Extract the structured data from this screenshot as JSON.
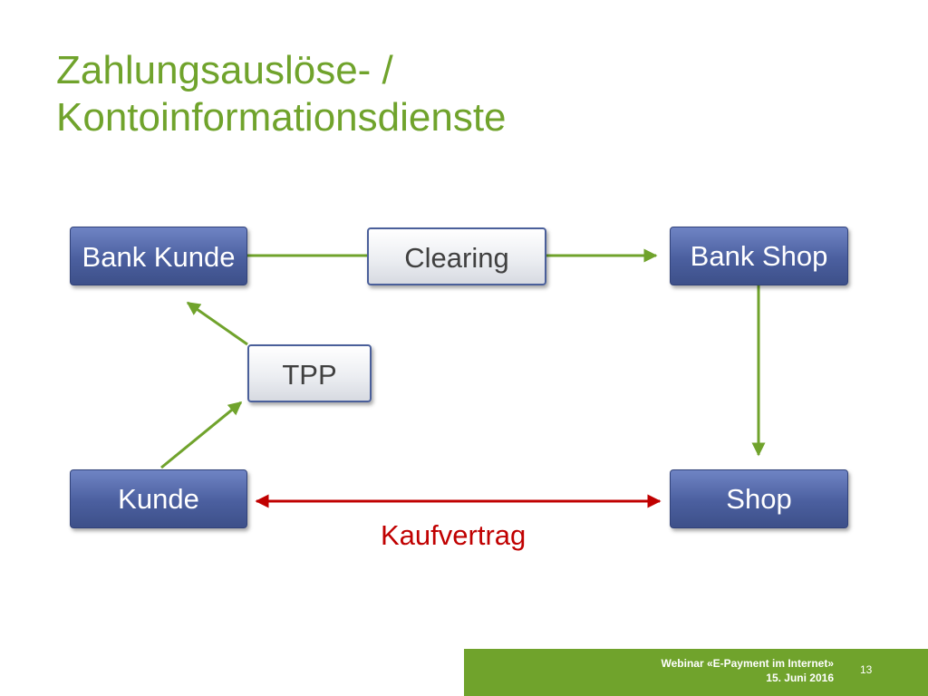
{
  "slide": {
    "title_line1": "Zahlungsauslöse- /",
    "title_line2": "Kontoinformationsdienste"
  },
  "nodes": {
    "bank_kunde": "Bank Kunde",
    "clearing": "Clearing",
    "bank_shop": "Bank Shop",
    "tpp": "TPP",
    "kunde": "Kunde",
    "shop": "Shop"
  },
  "edges": {
    "kaufvertrag_label": "Kaufvertrag"
  },
  "footer": {
    "line1": "Webinar «E-Payment im Internet»",
    "line2": "15. Juni 2016",
    "page_number": "13"
  },
  "colors": {
    "accent_green": "#70a32c",
    "node_blue": "#4b5f9f",
    "contract_red": "#c00000"
  }
}
